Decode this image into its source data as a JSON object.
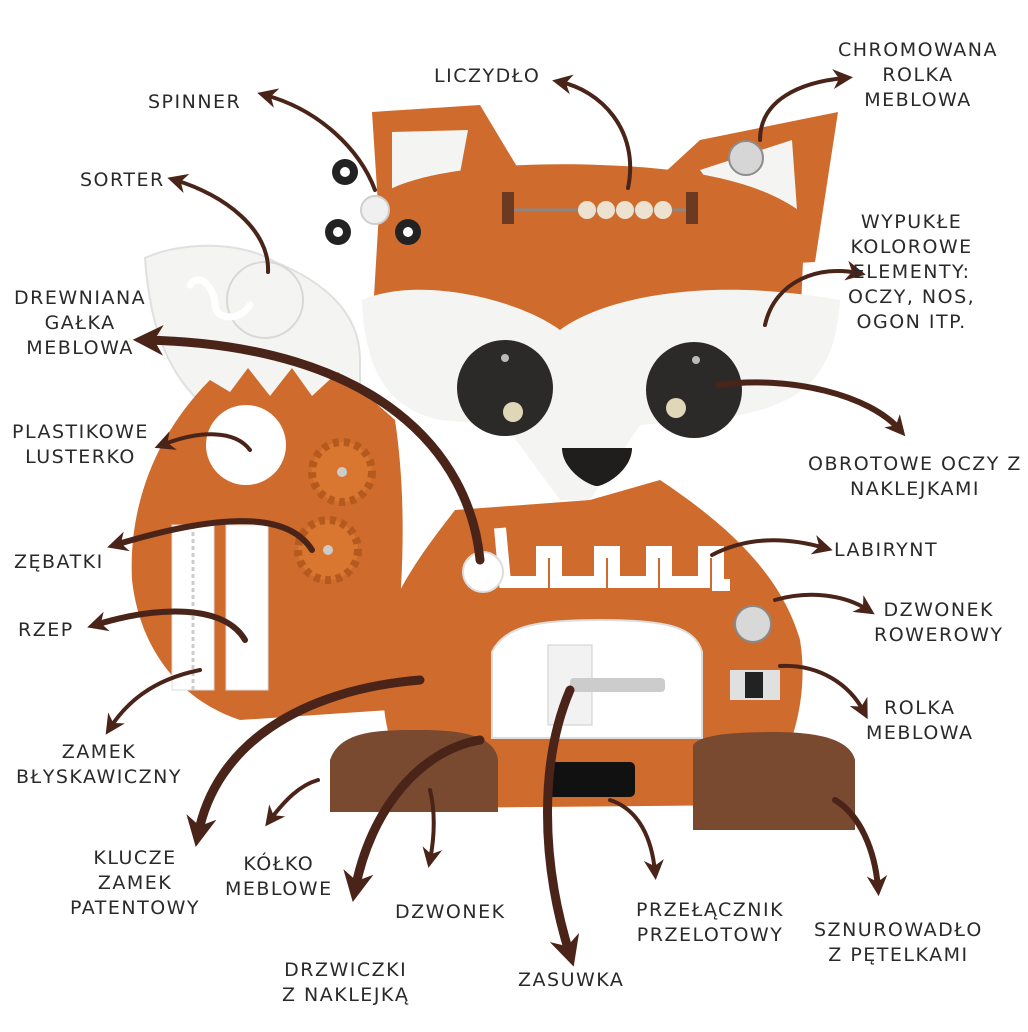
{
  "labels": {
    "liczydlo": "LICZYDŁO",
    "chromowana": "CHROMOWANA\nROLKA\nMEBLOWA",
    "spinner": "SPINNER",
    "sorter": "SORTER",
    "wypukle": "WYPUKŁE\nKOLOROWE\nELEMENTY:\nOCZY, NOS,\nOGON ITP.",
    "drewniana": "DREWNIANA\nGAŁKA\nMEBLOWA",
    "plastikowe": "PLASTIKOWE\nLUSTERKO",
    "obrotowe": "OBROTOWE OCZY Z\nNAKLEJKAMI",
    "zebatki": "ZĘBATKI",
    "labirynt": "LABIRYNT",
    "rzep": "RZEP",
    "dzwonek_rowerowy": "DZWONEK\nROWEROWY",
    "rolka": "ROLKA\nMEBLOWA",
    "zamek": "ZAMEK\nBŁYSKAWICZNY",
    "klucze": "KLUCZE\nZAMEK\nPATENTOWY",
    "kolko": "KÓŁKO\nMEBLOWE",
    "dzwonek": "DZWONEK",
    "przelacznik": "PRZEŁĄCZNIK\nPRZELOTOWY",
    "snurowadlo": "SZNUROWADŁO\nZ PĘTELKAMI",
    "drzwiczki": "DRZWICZKI\nZ NAKLEJKĄ",
    "zasuwka": "ZASUWKA"
  },
  "colors": {
    "fox_orange": "#cf6b2c",
    "fox_white": "#f4f4f2",
    "eye_dark": "#2c2a28",
    "leather": "#7a4a30",
    "arrow": "#4a2418",
    "metal": "#b8b8b8"
  }
}
